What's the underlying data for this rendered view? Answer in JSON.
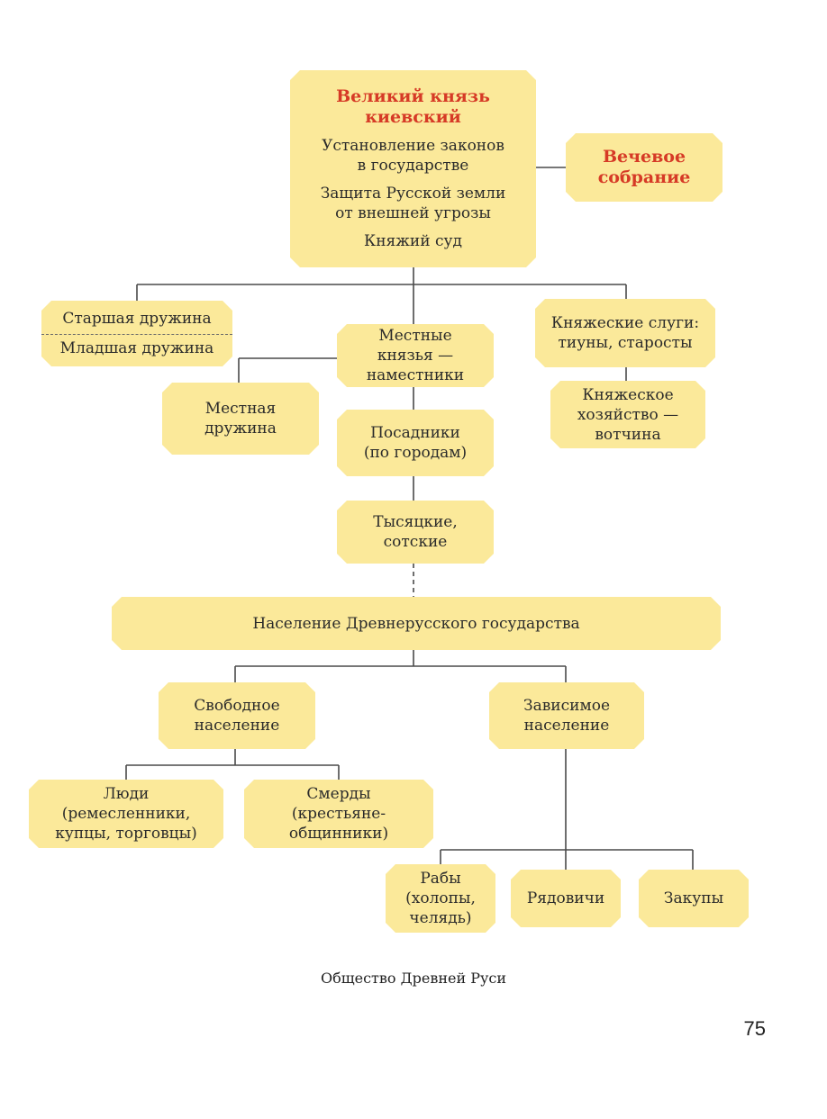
{
  "diagram": {
    "grand_prince": {
      "title": "Великий князь\nкиевский",
      "functions": [
        "Установление законов\nв государстве",
        "Защита Русской земли\nот внешней угрозы",
        "Княжий суд"
      ]
    },
    "veche": "Вечевое\nсобрание",
    "druzhina": {
      "senior": "Старшая дружина",
      "junior": "Младшая дружина"
    },
    "local_princes": "Местные\nкнязья —\nнаместники",
    "prince_servants": "Княжеские слуги:\nтиуны, старосты",
    "local_druzhina": "Местная\nдружина",
    "votchina": "Княжеское\nхозяйство —\nвотчина",
    "posadniki": "Посадники\n(по городам)",
    "tysyatskie": "Тысяцкие,\nсотские",
    "population": "Население Древнерусского государства",
    "free_population": "Свободное\nнаселение",
    "dependent_population": "Зависимое\nнаселение",
    "lyudi": "Люди\n(ремесленники,\nкупцы, торговцы)",
    "smerdy": "Смерды\n(крестьяне-\nобщинники)",
    "raby": "Рабы\n(холопы,\nчелядь)",
    "ryadovichi": "Рядовичи",
    "zakupy": "Закупы"
  },
  "caption": "Общество Древней Руси",
  "page_number": "75",
  "colors": {
    "box_fill": "#fbe99a",
    "title_red": "#d63a26",
    "line": "#4a4a4a"
  }
}
